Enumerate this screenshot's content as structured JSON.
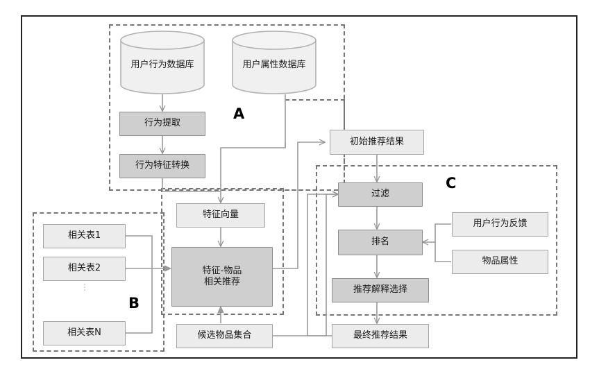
{
  "diagram": {
    "title_present": false,
    "groups": [
      {
        "id": "A",
        "label": "A"
      },
      {
        "id": "B",
        "label": "B"
      },
      {
        "id": "C",
        "label": "C"
      }
    ],
    "nodes": {
      "user_behavior_db": "用户行为数据库",
      "user_attribute_db": "用户属性数据库",
      "behavior_extraction": "行为提取",
      "behavior_feature_transform": "行为特征转换",
      "feature_vector": "特征向量",
      "relation_table_1": "相关表1",
      "relation_table_2": "相关表2",
      "relation_table_n": "相关表N",
      "feature_item_recommend": "特征-物品\n相关推荐",
      "candidate_item_set": "候选物品集合",
      "initial_recommend_result": "初始推荐结果",
      "filter": "过滤",
      "ranking": "排名",
      "recommend_explanation_select": "推荐解释选择",
      "final_recommend_result": "最终推荐结果",
      "user_behavior_feedback": "用户行为反馈",
      "item_attribute": "物品属性"
    },
    "ellipsis": "⋮",
    "colors": {
      "node_light_fill": "#ececec",
      "node_dark_fill": "#cfcfcf",
      "node_stroke": "#9a9a9a",
      "connector": "#9a9a9a",
      "dashed_group": "#757575",
      "frame": "#222222",
      "text": "#1a1a1a"
    }
  }
}
